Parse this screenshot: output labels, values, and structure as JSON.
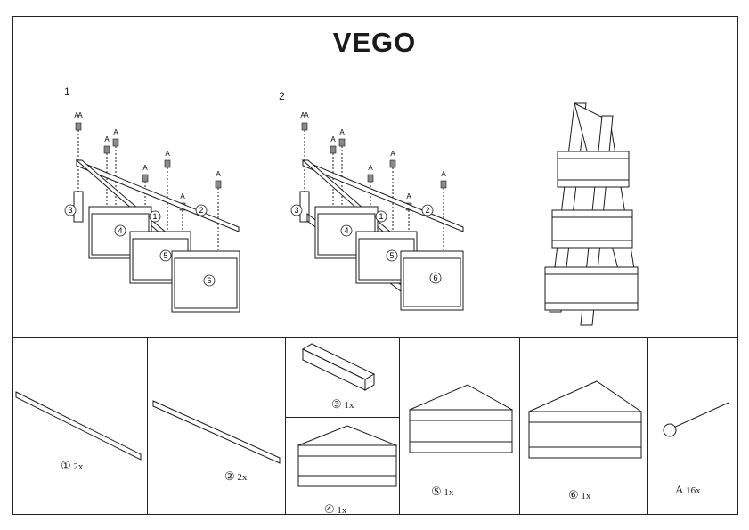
{
  "title": "VEGO",
  "steps": {
    "step1": "1",
    "step2": "2"
  },
  "assembly_labels": {
    "parts": [
      "1",
      "2",
      "3",
      "4",
      "5",
      "6"
    ],
    "screw": "A"
  },
  "parts_list": [
    {
      "num": "①",
      "qty": "2x"
    },
    {
      "num": "②",
      "qty": "2x"
    },
    {
      "num": "③",
      "qty": "1x"
    },
    {
      "num": "④",
      "qty": "1x"
    },
    {
      "num": "⑤",
      "qty": "1x"
    },
    {
      "num": "⑥",
      "qty": "1x"
    },
    {
      "num": "A",
      "qty": "16x"
    }
  ]
}
